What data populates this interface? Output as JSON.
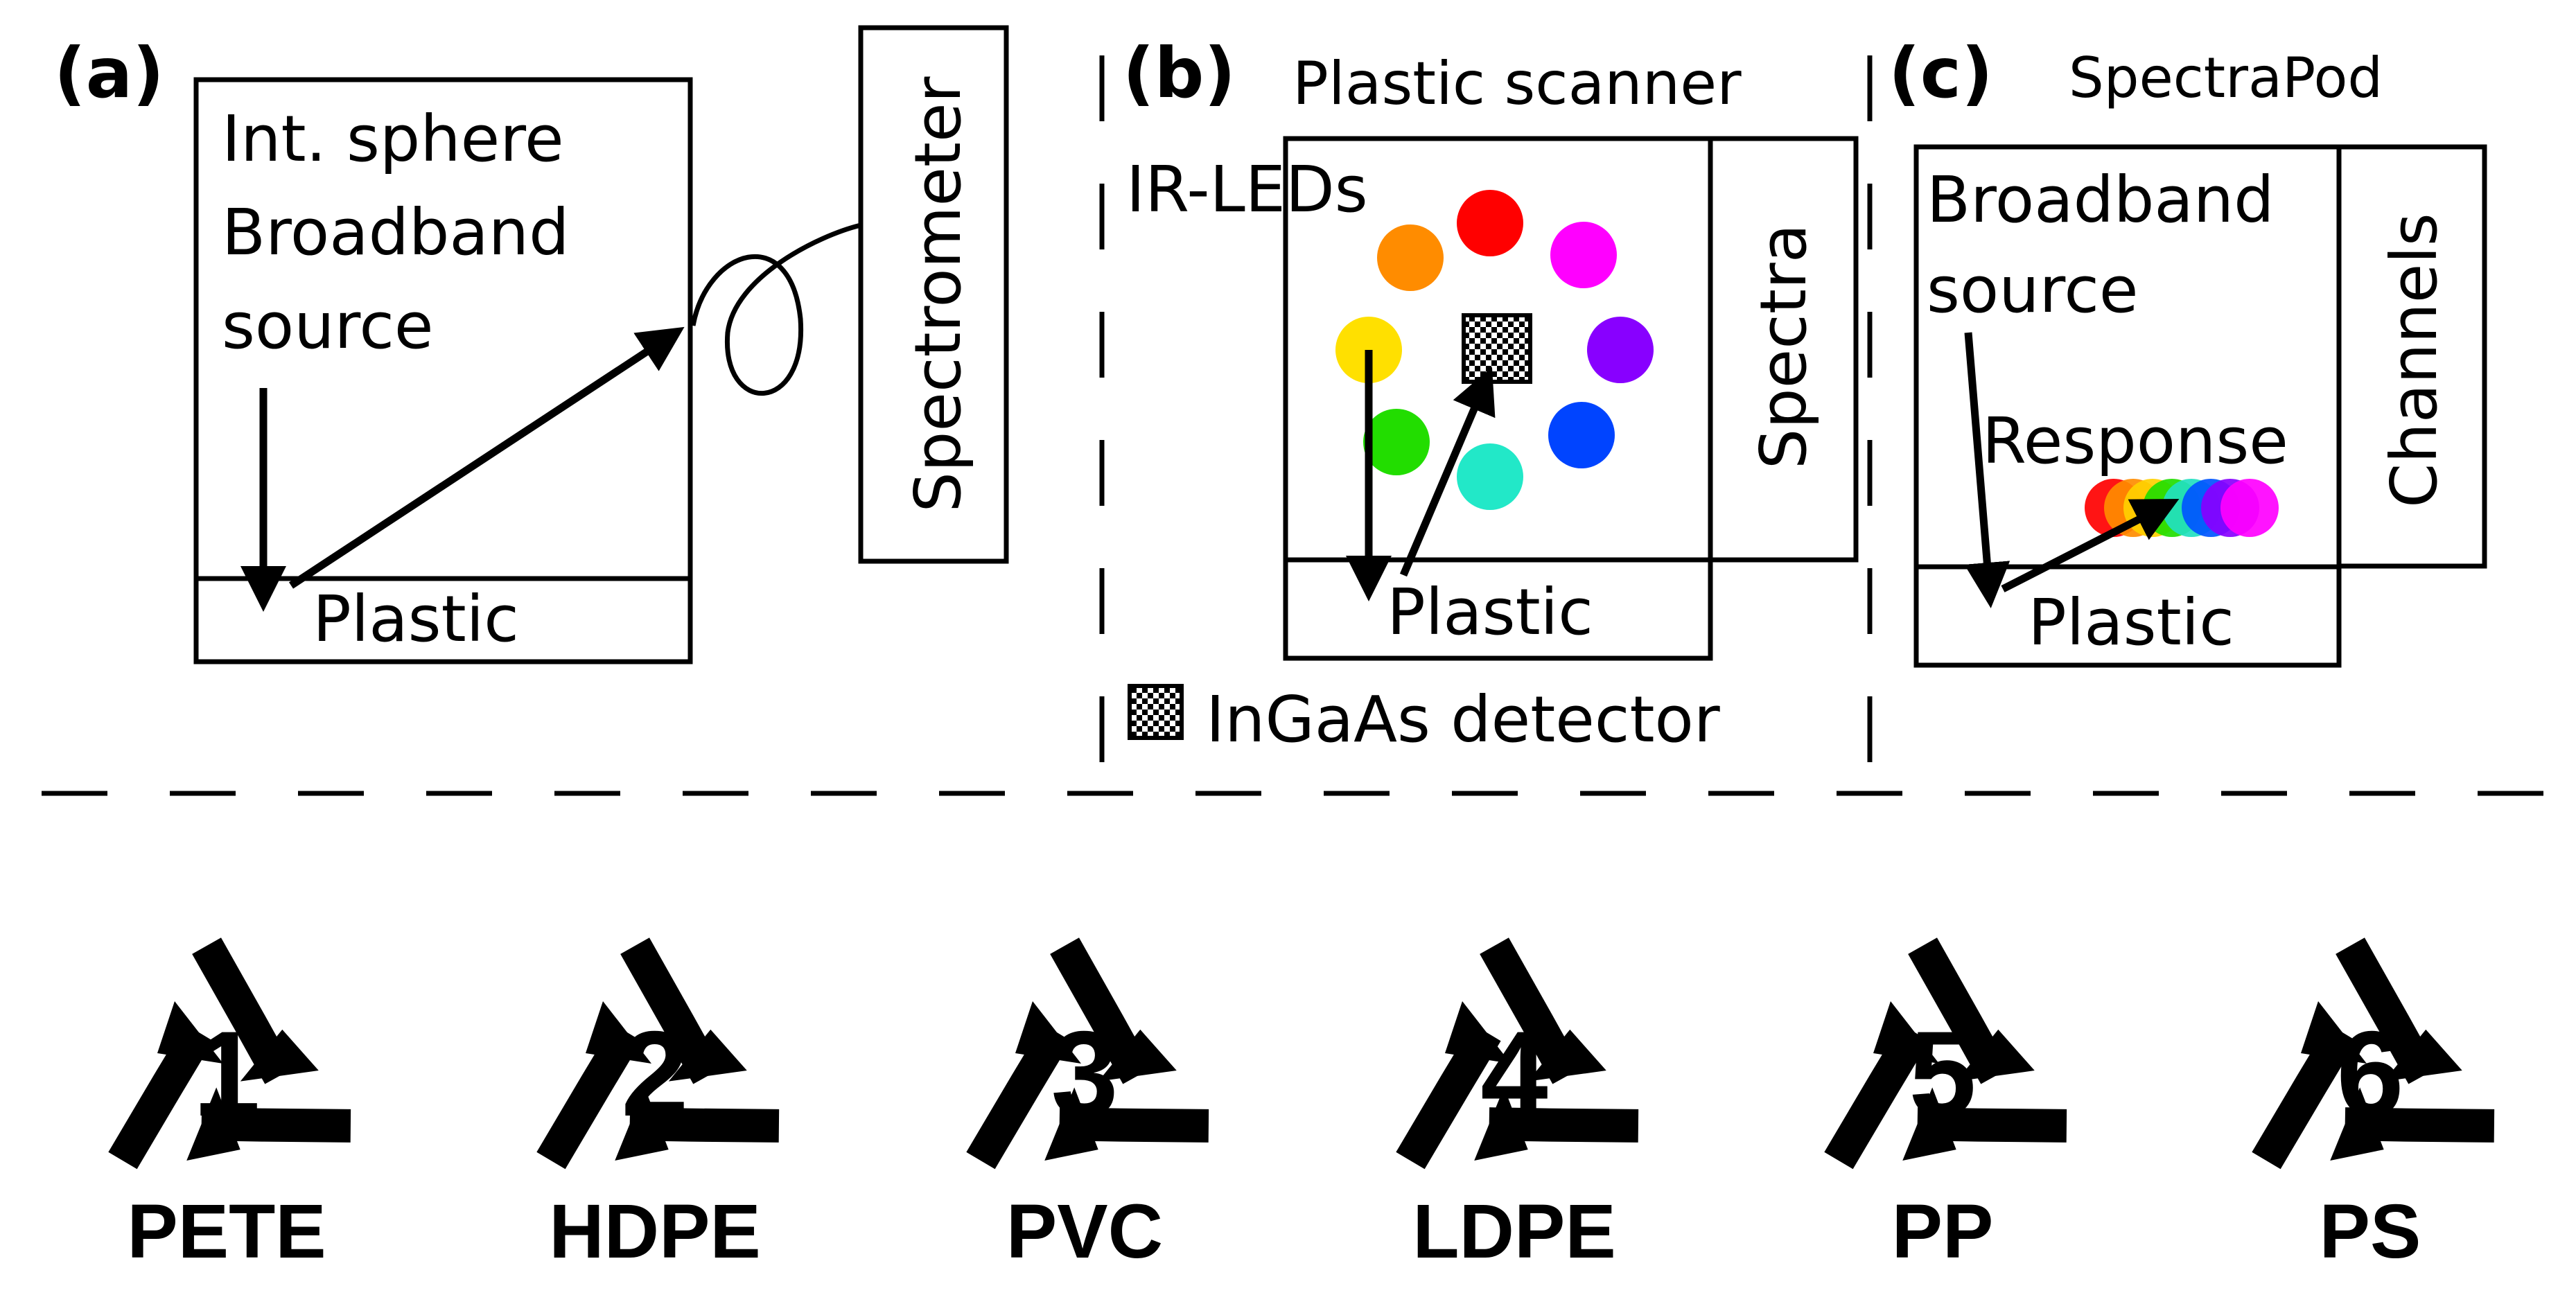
{
  "panel_a": {
    "label": "(a)",
    "sphere_line1": "Int. sphere",
    "sphere_line2": "Broadband",
    "sphere_line3": "source",
    "plastic": "Plastic",
    "spectrometer": "Spectrometer"
  },
  "panel_b": {
    "label": "(b)",
    "title": "Plastic scanner",
    "leds": "IR-LEDs",
    "spectra": "Spectra",
    "plastic": "Plastic",
    "detector_legend": "InGaAs detector",
    "led_colors": [
      "#ff0000",
      "#ff8c00",
      "#ffe000",
      "#22dd00",
      "#22e8c8",
      "#0044ff",
      "#8800ff",
      "#ff00ff"
    ]
  },
  "panel_c": {
    "label": "(c)",
    "title": "SpectraPod",
    "source_line1": "Broadband",
    "source_line2": "source",
    "response": "Response",
    "plastic": "Plastic",
    "channels": "Channels",
    "channel_colors": [
      "#ff0000",
      "#ff8c00",
      "#ffd000",
      "#22dd00",
      "#22e0c0",
      "#0055ff",
      "#8800ff",
      "#ff00ff"
    ]
  },
  "resin_codes": [
    {
      "number": "1",
      "name": "PETE"
    },
    {
      "number": "2",
      "name": "HDPE"
    },
    {
      "number": "3",
      "name": "PVC"
    },
    {
      "number": "4",
      "name": "LDPE"
    },
    {
      "number": "5",
      "name": "PP"
    },
    {
      "number": "6",
      "name": "PS"
    }
  ]
}
